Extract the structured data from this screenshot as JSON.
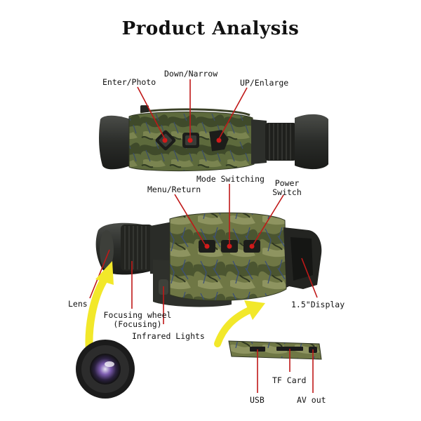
{
  "title": "Product Analysis",
  "labels": {
    "enter_photo": "Enter/Photo",
    "down_narrow": "Down/Narrow",
    "up_enlarge": "UP/Enlarge",
    "mode_switching": "Mode Switching",
    "menu_return": "Menu/Return",
    "power_switch_1": "Power",
    "power_switch_2": "Switch",
    "lens": "Lens",
    "focusing_wheel_1": "Focusing wheel",
    "focusing_wheel_2": "(Focusing)",
    "infrared_lights": "Infrared Lights",
    "display": "1.5\"Display",
    "tf_card": "TF Card",
    "usb": "USB",
    "av_out": "AV out"
  },
  "colors": {
    "callout_line": "#c01818",
    "arrow_yellow": "#f2e82a",
    "button_red": "#d21a1a",
    "camo_green": "#5d6a3c",
    "body_dark": "#2b2d2a"
  }
}
